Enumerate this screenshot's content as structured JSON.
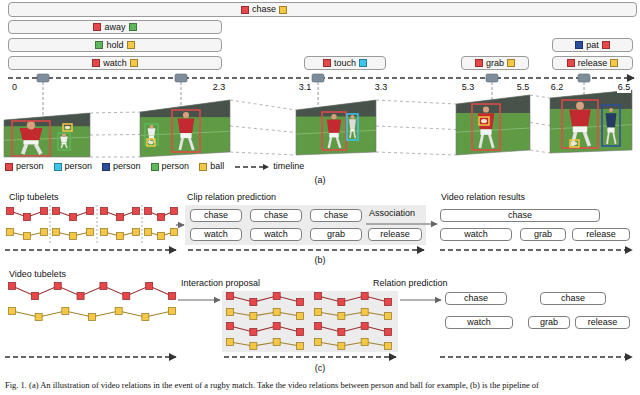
{
  "diagram": {
    "caption": "Fig. 1. (a) An illustration of video relations in the event of a rugby match. Take the video relations between person and ball for example, (b) is the pipeline of",
    "nodes": [
      {
        "text": [
          "chase"
        ]
      },
      {
        "text": [
          "away"
        ]
      },
      {
        "text": [
          "hold"
        ]
      },
      {
        "text": [
          "watch"
        ]
      },
      {
        "text": [
          "touch"
        ]
      },
      {
        "text": [
          "grab"
        ]
      },
      {
        "text": [
          "pat"
        ]
      },
      {
        "text": [
          "release"
        ]
      },
      {
        "text": [
          "chase"
        ]
      },
      {
        "text": [
          "chase"
        ]
      },
      {
        "text": [
          "chase"
        ]
      },
      {
        "text": [
          "watch"
        ]
      },
      {
        "text": [
          "watch"
        ]
      },
      {
        "text": [
          "grab"
        ]
      },
      {
        "text": [
          "release"
        ]
      },
      {
        "text": [
          "chase"
        ]
      },
      {
        "text": [
          "watch"
        ]
      },
      {
        "text": [
          "grab"
        ]
      },
      {
        "text": [
          "release"
        ]
      },
      {
        "text": [
          "chase"
        ]
      },
      {
        "text": [
          "chase"
        ]
      },
      {
        "text": [
          "watch"
        ]
      },
      {
        "text": [
          "grab"
        ]
      },
      {
        "text": [
          "release"
        ]
      }
    ],
    "labels": [
      "0",
      "2.3",
      "3.1",
      "3.3",
      "5.3",
      "5.5",
      "6.2",
      "6.5",
      "(a)",
      "Clip tubelets",
      "Clip relation prediction",
      "Association",
      "Video relation results",
      "(b)",
      "Video tubelets",
      "Interaction proposal",
      "Relation prediction",
      "(c)"
    ],
    "legend": [
      {
        "text": "person",
        "color": "#e8474a"
      },
      {
        "text": "person",
        "color": "#3cc6ee"
      },
      {
        "text": "person",
        "color": "#2b4f9e"
      },
      {
        "text": "person",
        "color": "#5cb85c"
      },
      {
        "text": "ball",
        "color": "#f6c744"
      },
      {
        "text": "timeline"
      }
    ]
  }
}
